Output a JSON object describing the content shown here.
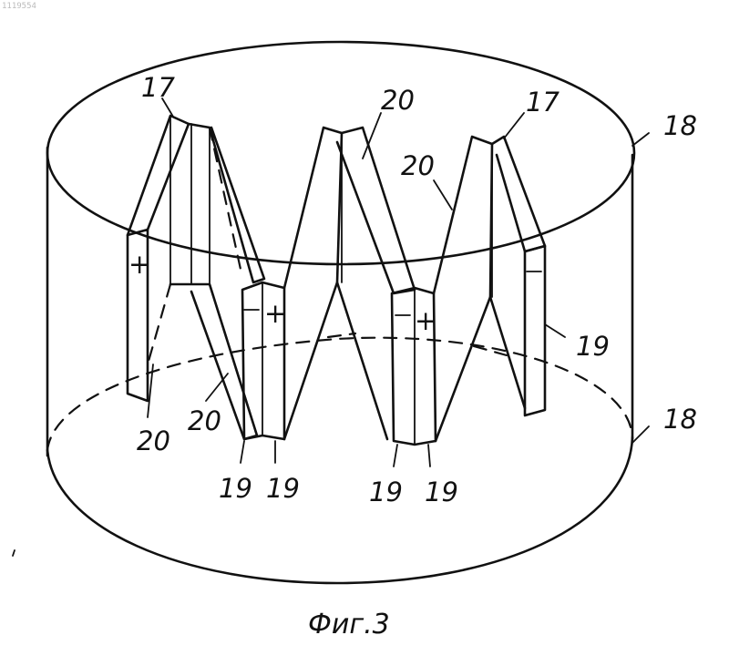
{
  "stamp": "1119554",
  "caption": "Фиг.3",
  "labels": {
    "l17a": "17",
    "l17b": "17",
    "l18a": "18",
    "l18b": "18",
    "l20a": "20",
    "l20b": "20",
    "l20c": "20",
    "l20d": "20",
    "l19a": "19",
    "l19b": "19",
    "l19c": "19",
    "l19d": "19",
    "l19e": "19"
  },
  "marks": {
    "plus": "+"
  }
}
